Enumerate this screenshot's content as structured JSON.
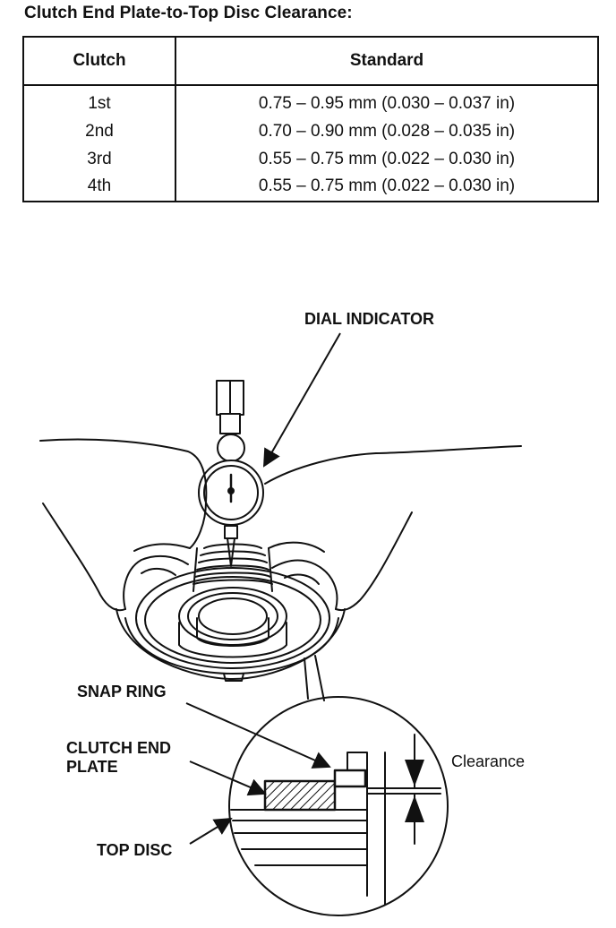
{
  "title": "Clutch End Plate-to-Top Disc Clearance:",
  "table": {
    "headers": [
      "Clutch",
      "Standard"
    ],
    "rows": [
      [
        "1st",
        "0.75 – 0.95 mm (0.030 – 0.037 in)"
      ],
      [
        "2nd",
        "0.70 – 0.90 mm (0.028 – 0.035 in)"
      ],
      [
        "3rd",
        "0.55 – 0.75 mm (0.022 – 0.030 in)"
      ],
      [
        "4th",
        "0.55 – 0.75 mm (0.022 – 0.030 in)"
      ]
    ]
  },
  "figure": {
    "dial_indicator": "DIAL INDICATOR",
    "snap_ring": "SNAP RING",
    "clutch_end_plate": [
      "CLUTCH END",
      "PLATE"
    ],
    "clearance": "Clearance",
    "top_disc": "TOP DISC"
  }
}
